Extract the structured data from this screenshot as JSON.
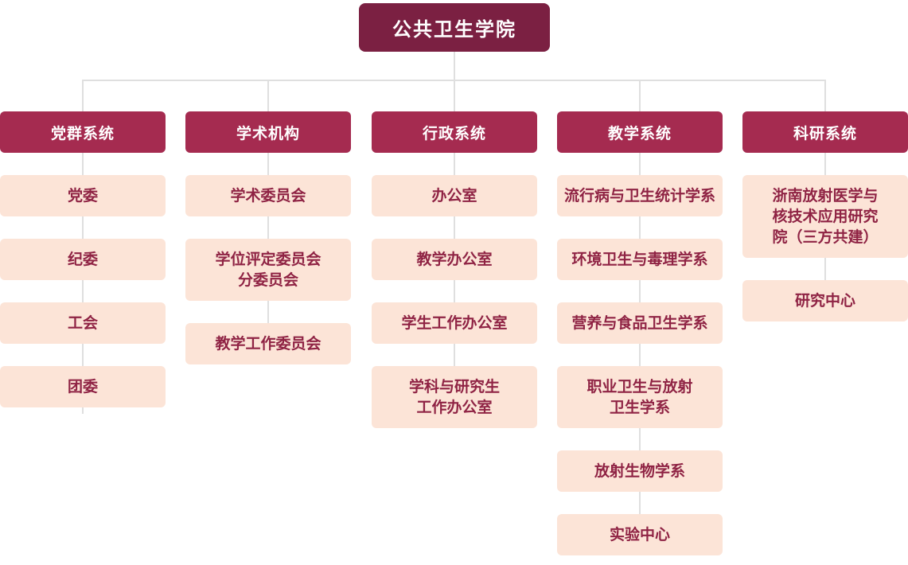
{
  "org": {
    "root": "公共卫生学院",
    "columns": [
      {
        "header": "党群系统",
        "items": [
          "党委",
          "纪委",
          "工会",
          "团委"
        ]
      },
      {
        "header": "学术机构",
        "items": [
          "学术委员会",
          "学位评定委员会\n分委员会",
          "教学工作委员会"
        ]
      },
      {
        "header": "行政系统",
        "items": [
          "办公室",
          "教学办公室",
          "学生工作办公室",
          "学科与研究生\n工作办公室"
        ]
      },
      {
        "header": "教学系统",
        "items": [
          "流行病与卫生统计学系",
          "环境卫生与毒理学系",
          "营养与食品卫生学系",
          "职业卫生与放射\n卫生学系",
          "放射生物学系",
          "实验中心"
        ]
      },
      {
        "header": "科研系统",
        "items": [
          "浙南放射医学与\n核技术应用研究\n院（三方共建）",
          "研究中心"
        ]
      }
    ]
  },
  "colors": {
    "root_bg": "#7b2042",
    "branch_bg": "#a52b50",
    "node_bg": "#fce4d7",
    "node_text": "#8f2344",
    "root_text": "#ffffff",
    "branch_text": "#ffffff",
    "connector": "#dfdfdf",
    "background": "#ffffff"
  }
}
